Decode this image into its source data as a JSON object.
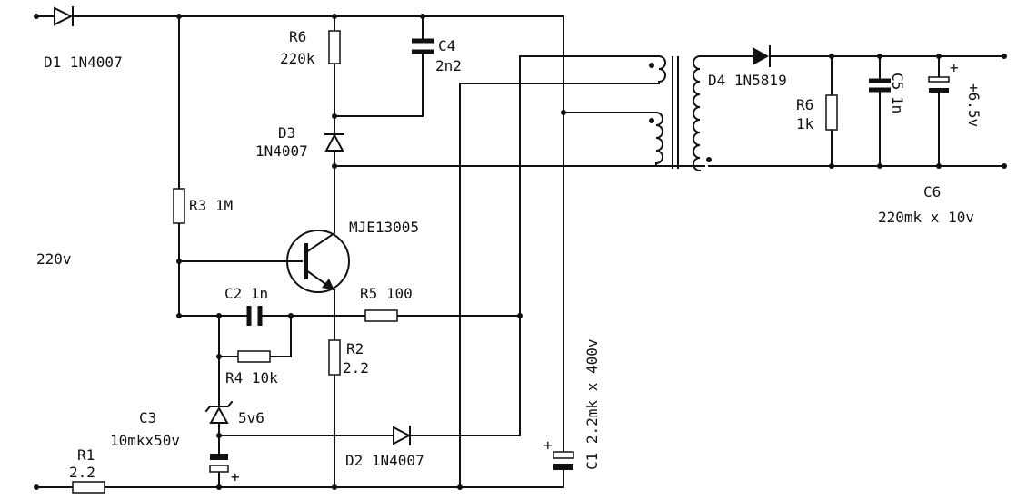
{
  "labels": {
    "d1": "D1 1N4007",
    "r6_top_name": "R6",
    "r6_top_value": "220k",
    "c4_name": "C4",
    "c4_value": "2n2",
    "d3_name": "D3",
    "d3_value": "1N4007",
    "r3": "R3 1M",
    "transistor": "MJE13005",
    "input_voltage": "220v",
    "c2": "C2 1n",
    "r5": "R5 100",
    "r4": "R4 10k",
    "r2_name": "R2",
    "r2_value": "2.2",
    "zener": "5v6",
    "c3_name": "C3",
    "c3_value": "10mkx50v",
    "r1_name": "R1",
    "r1_value": "2.2",
    "d2": "D2 1N4007",
    "c1": "C1 2.2mk x 400v",
    "d4": "D4 1N5819",
    "r6_out_name": "R6",
    "r6_out_value": "1k",
    "c5_name": "C5",
    "c5_value": "1n",
    "output_voltage": "+6.5v",
    "c6_name": "C6",
    "c6_value": "220mk x 10v",
    "plus": "+"
  }
}
